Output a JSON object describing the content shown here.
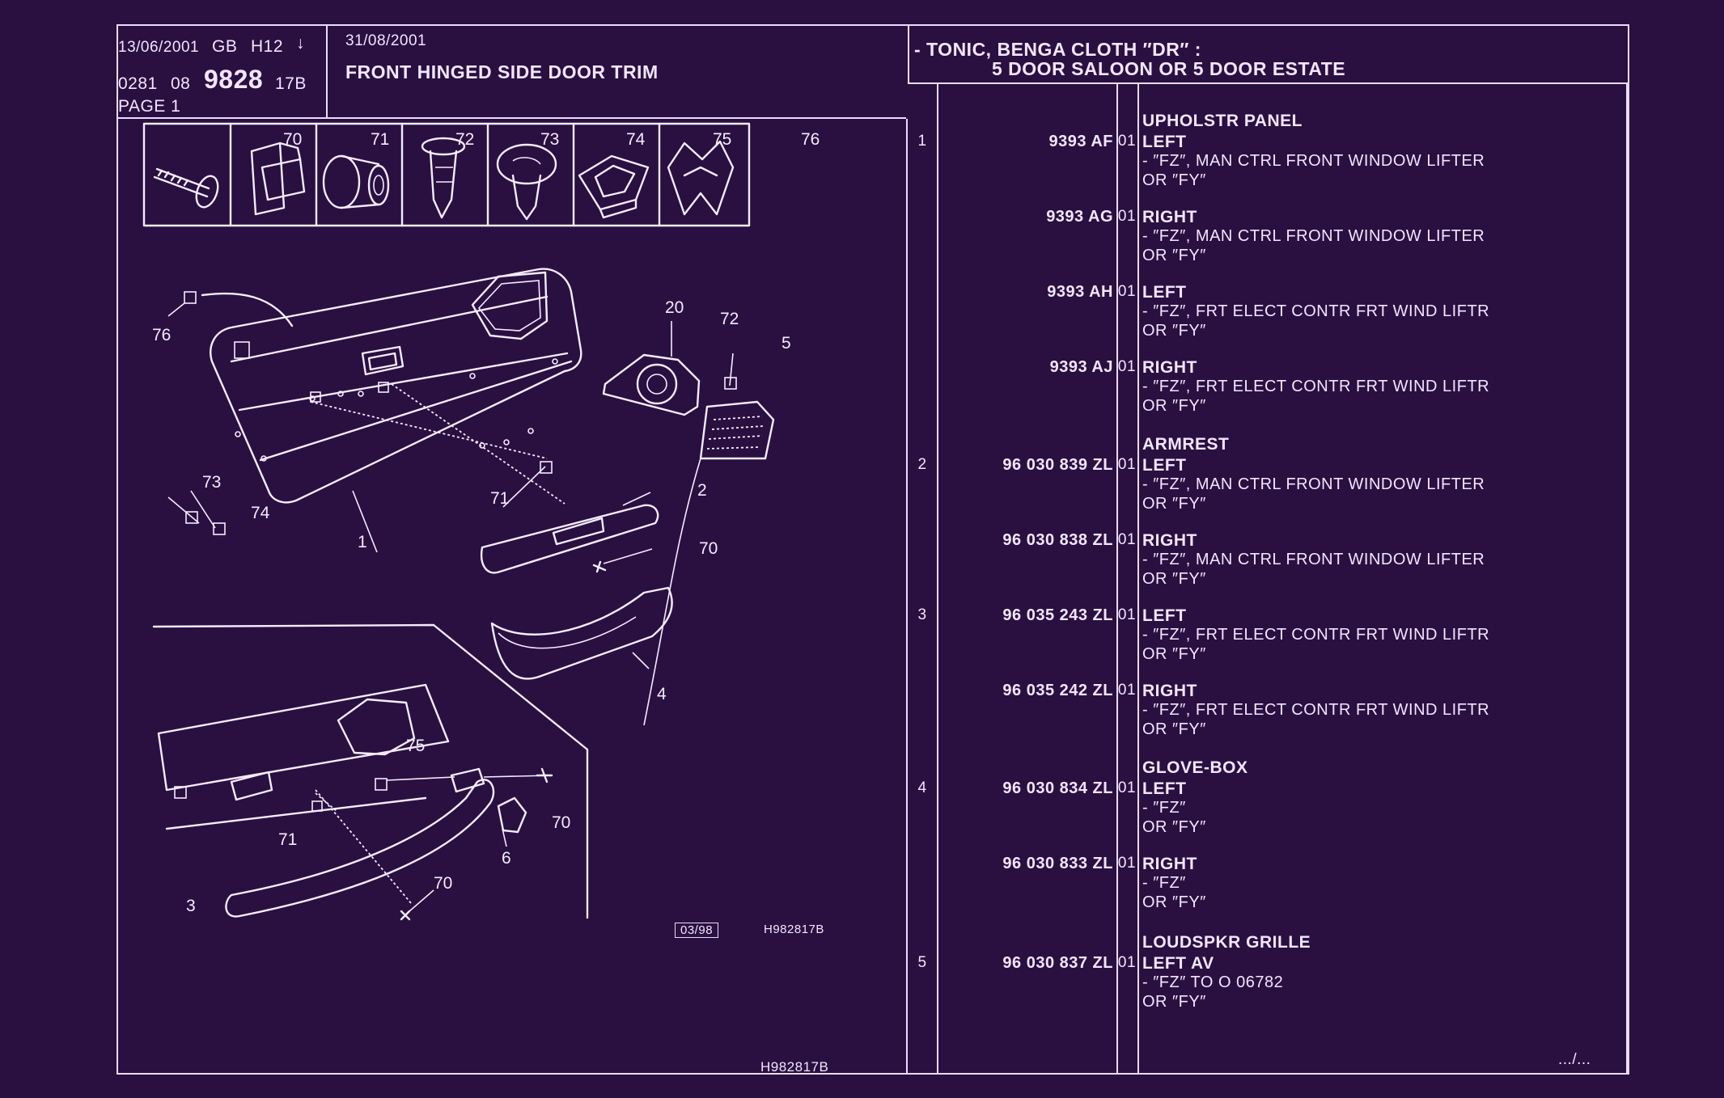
{
  "header": {
    "date": "13/06/2001",
    "lang": "GB",
    "code": "H12",
    "arrow": "↓",
    "group": "0281",
    "sub_group": "08",
    "plate": "9828",
    "plate_suffix": "17B",
    "page": "PAGE 1",
    "date2": "31/08/2001",
    "title": "FRONT HINGED SIDE DOOR TRIM",
    "spec_line1": "- TONIC, BENGA CLOTH ″DR″ :",
    "spec_line2": "5 DOOR SALOON OR 5 DOOR ESTATE"
  },
  "diagram": {
    "fastener_numbers": [
      "70",
      "71",
      "72",
      "73",
      "74",
      "75",
      "76"
    ],
    "callouts": [
      "76",
      "20",
      "72",
      "5",
      "73",
      "74",
      "71",
      "2",
      "70",
      "1",
      "4",
      "75",
      "6",
      "70",
      "71",
      "70",
      "3"
    ],
    "edition": "03/98",
    "ref_code": "H982817B",
    "footer_ref": "H982817B"
  },
  "parts": [
    {
      "index": "1",
      "ref": "9393 AF",
      "qty": "01",
      "group": "UPHOLSTR PANEL",
      "side": "LEFT",
      "note": "-    ″FZ″, MAN CTRL FRONT WINDOW LIFTER",
      "or": "OR ″FY″"
    },
    {
      "index": "",
      "ref": "9393 AG",
      "qty": "01",
      "group": "",
      "side": "RIGHT",
      "note": "-    ″FZ″, MAN CTRL FRONT WINDOW LIFTER",
      "or": "OR ″FY″"
    },
    {
      "index": "",
      "ref": "9393 AH",
      "qty": "01",
      "group": "",
      "side": "LEFT",
      "note": "-    ″FZ″, FRT ELECT CONTR FRT WIND LIFTR",
      "or": "OR ″FY″"
    },
    {
      "index": "",
      "ref": "9393 AJ",
      "qty": "01",
      "group": "",
      "side": "RIGHT",
      "note": "-    ″FZ″, FRT ELECT CONTR FRT WIND LIFTR",
      "or": "OR ″FY″"
    },
    {
      "index": "2",
      "ref": "96 030 839 ZL",
      "qty": "01",
      "group": "ARMREST",
      "side": "LEFT",
      "note": "-    ″FZ″, MAN CTRL FRONT WINDOW LIFTER",
      "or": "OR ″FY″"
    },
    {
      "index": "",
      "ref": "96 030 838 ZL",
      "qty": "01",
      "group": "",
      "side": "RIGHT",
      "note": "-    ″FZ″, MAN CTRL FRONT WINDOW LIFTER",
      "or": "OR ″FY″"
    },
    {
      "index": "3",
      "ref": "96 035 243 ZL",
      "qty": "01",
      "group": "",
      "side": "LEFT",
      "note": "-    ″FZ″, FRT ELECT CONTR FRT WIND LIFTR",
      "or": "OR ″FY″"
    },
    {
      "index": "",
      "ref": "96 035 242 ZL",
      "qty": "01",
      "group": "",
      "side": "RIGHT",
      "note": "-    ″FZ″, FRT ELECT CONTR FRT WIND LIFTR",
      "or": "OR ″FY″"
    },
    {
      "index": "4",
      "ref": "96 030 834 ZL",
      "qty": "01",
      "group": "GLOVE-BOX",
      "side": "LEFT",
      "note": "-    ″FZ″",
      "or": "OR ″FY″"
    },
    {
      "index": "",
      "ref": "96 030 833 ZL",
      "qty": "01",
      "group": "",
      "side": "RIGHT",
      "note": "-    ″FZ″",
      "or": "OR ″FY″"
    },
    {
      "index": "5",
      "ref": "96 030 837 ZL",
      "qty": "01",
      "group": "LOUDSPKR GRILLE",
      "side": "LEFT AV",
      "note": "-    ″FZ″ TO  O  06782",
      "or": "OR ″FY″"
    }
  ],
  "footer": {
    "continued": ".../..."
  }
}
